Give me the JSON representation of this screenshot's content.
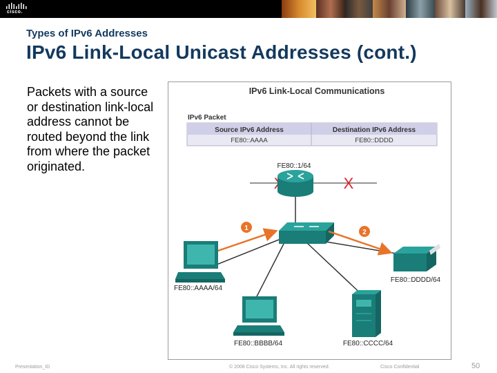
{
  "header": {
    "logo_text": "cisco."
  },
  "slide": {
    "subtitle": "Types of IPv6 Addresses",
    "title": "IPv6 Link-Local Unicast Addresses (cont.)",
    "body": "Packets with a source or destination link-local address cannot be routed beyond the link from where the packet originated."
  },
  "figure": {
    "title": "IPv6 Link-Local Communications",
    "packet_label": "IPv6 Packet",
    "packet_table": {
      "headers": [
        "Source IPv6 Address",
        "Destination IPv6 Address"
      ],
      "values": [
        "FE80::AAAA",
        "FE80::DDDD"
      ]
    },
    "router_label": "FE80::1/64",
    "blocked_mark": "X",
    "step1": "1",
    "step2": "2",
    "host_a_label": "FE80::AAAA/64",
    "host_b_label": "FE80::BBBB/64",
    "host_c_label": "FE80::CCCC/64",
    "host_d_label": "FE80::DDDD/64",
    "colors": {
      "device_teal": "#1f8f8a",
      "arrow_orange": "#e8742a",
      "blocked_red": "#d9262c",
      "packet_header_bg": "#cfcfe8"
    }
  },
  "footer": {
    "presentation": "Presentation_ID",
    "copyright": "© 2008 Cisco Systems, Inc. All rights reserved.",
    "confidential": "Cisco Confidential",
    "page_number": "50"
  }
}
